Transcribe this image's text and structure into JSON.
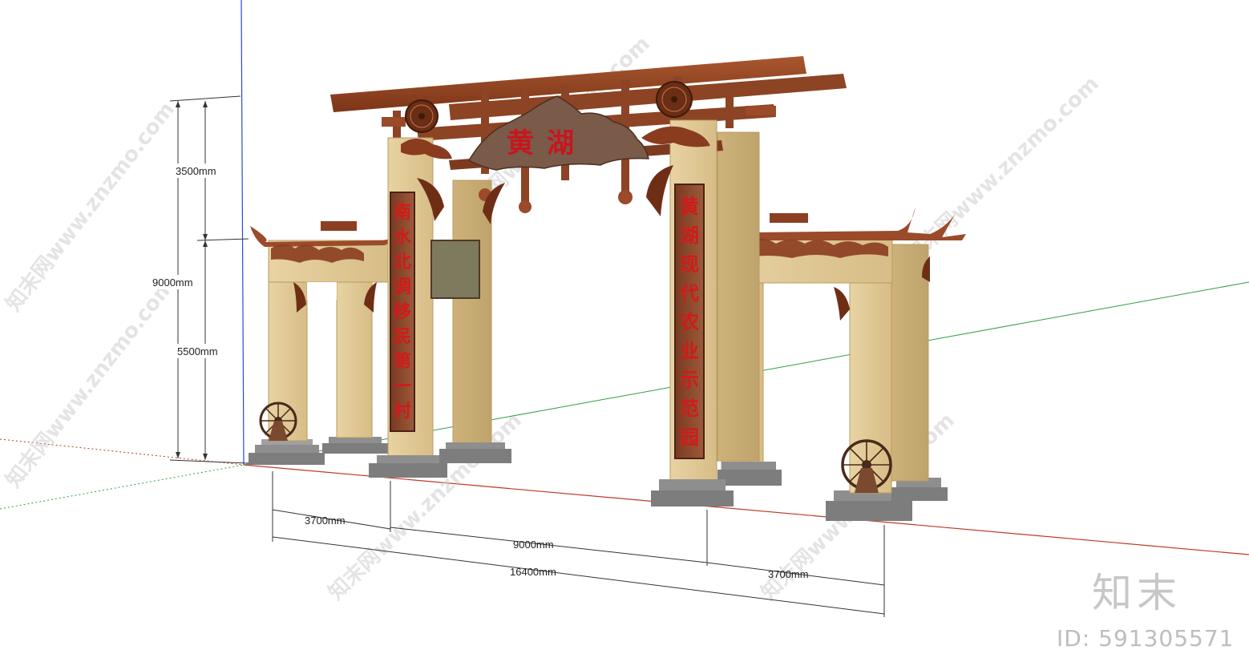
{
  "sign": {
    "title": "黄湖"
  },
  "couplets": {
    "left": [
      "南",
      "水",
      "北",
      "调",
      "移",
      "民",
      "第",
      "一",
      "村"
    ],
    "right": [
      "黄",
      "湖",
      "现",
      "代",
      "农",
      "业",
      "示",
      "范",
      "园"
    ]
  },
  "dimensions": {
    "height_total": "9000mm",
    "height_upper": "3500mm",
    "height_lower": "5500mm",
    "width_left": "3700mm",
    "width_middle": "9000mm",
    "width_right": "3700mm",
    "width_total": "16400mm"
  },
  "watermark": {
    "text": "知末网www.znzmo.com",
    "brand": "知末",
    "id": "ID: 591305571"
  },
  "colors": {
    "wood": "#9b4a2a",
    "stone": "#dcc38f",
    "calligraphy": "#d21a1a",
    "axis_red": "#c0392b",
    "axis_green": "#2ea043",
    "axis_blue": "#2a4ad8"
  }
}
